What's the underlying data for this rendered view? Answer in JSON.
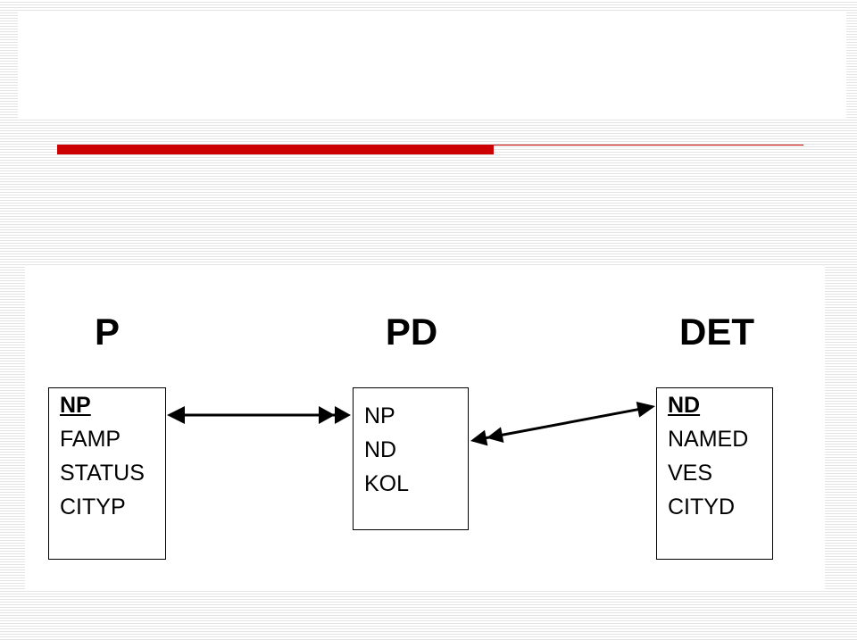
{
  "diagram": {
    "entities": [
      {
        "title": "P",
        "fields": [
          {
            "name": "NP",
            "key": true
          },
          {
            "name": "FAMP",
            "key": false
          },
          {
            "name": "STATUS",
            "key": false
          },
          {
            "name": "CITYP",
            "key": false
          }
        ]
      },
      {
        "title": "PD",
        "fields": [
          {
            "name": "NP",
            "key": false
          },
          {
            "name": "ND",
            "key": false
          },
          {
            "name": "KOL",
            "key": false
          }
        ]
      },
      {
        "title": "DET",
        "fields": [
          {
            "name": "ND",
            "key": true
          },
          {
            "name": "NAMED",
            "key": false
          },
          {
            "name": "VES",
            "key": false
          },
          {
            "name": "CITYD",
            "key": false
          }
        ]
      }
    ],
    "relationships": [
      {
        "from": "P",
        "to": "PD",
        "from_end": "single-arrow",
        "to_end": "double-arrow"
      },
      {
        "from": "PD",
        "to": "DET",
        "from_end": "double-arrow",
        "to_end": "single-arrow"
      }
    ],
    "colors": {
      "accent": "#cc0000",
      "stripe": "#e3e3e3"
    }
  }
}
